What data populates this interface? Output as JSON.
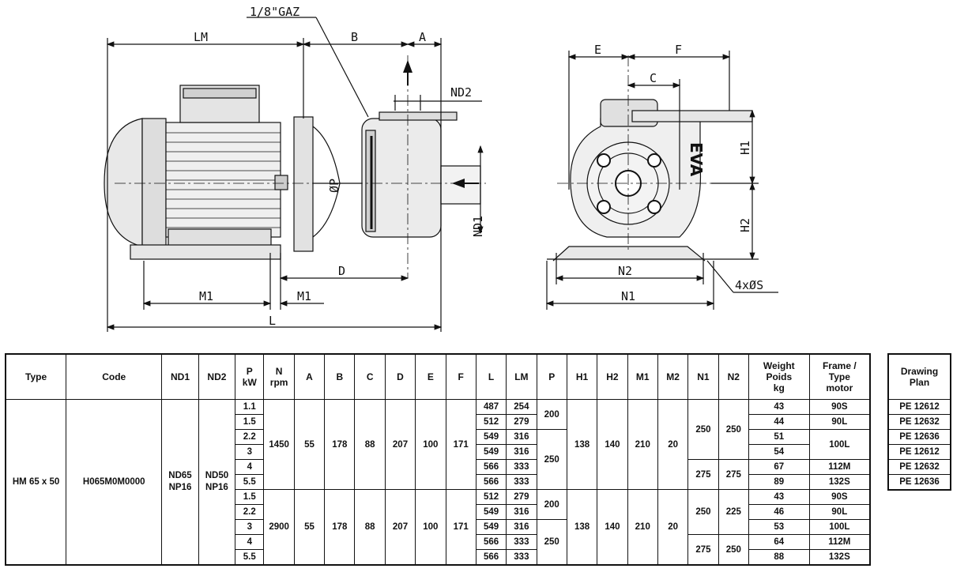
{
  "drawing": {
    "labels": {
      "gaz": "1/8\"GAZ",
      "lm": "LM",
      "b": "B",
      "a": "A",
      "nd2": "ND2",
      "nd1": "ND1",
      "op": "ØP",
      "d": "D",
      "m1_left": "M1",
      "m1_right": "M1",
      "l": "L",
      "e": "E",
      "f": "F",
      "c": "C",
      "h1": "H1",
      "h2": "H2",
      "n2": "N2",
      "n1": "N1",
      "holes": "4xØS",
      "brand": "EVA"
    }
  },
  "table": {
    "headers": {
      "type": "Type",
      "code": "Code",
      "nd1": "ND1",
      "nd2": "ND2",
      "p_kw": "P\nkW",
      "n_rpm": "N\nrpm",
      "a": "A",
      "b": "B",
      "c": "C",
      "d": "D",
      "e": "E",
      "f": "F",
      "l": "L",
      "lm": "LM",
      "p": "P",
      "h1": "H1",
      "h2": "H2",
      "m1": "M1",
      "m2": "M2",
      "n1": "N1",
      "n2": "N2",
      "weight": "Weight\nPoids\nkg",
      "frame": "Frame /\nType\nmotor",
      "plan": "Drawing\nPlan"
    },
    "type": "HM 65 x 50",
    "code": "H065M0M0000",
    "nd1": "ND65\nNP16",
    "nd2": "ND50\nNP16",
    "groups": [
      {
        "rpm": "1450",
        "a": "55",
        "b": "178",
        "c": "88",
        "d": "207",
        "e": "100",
        "f": "171",
        "h1": "138",
        "h2": "140",
        "m1": "210",
        "m2": "20",
        "rows": [
          {
            "kw": "1.1",
            "l": "487",
            "lm": "254",
            "weight": "43",
            "frame": "90S"
          },
          {
            "kw": "1.5",
            "l": "512",
            "lm": "279",
            "weight": "44",
            "frame": "90L"
          },
          {
            "kw": "2.2",
            "l": "549",
            "lm": "316",
            "weight": "51",
            "frame": "100L"
          },
          {
            "kw": "3",
            "l": "549",
            "lm": "316",
            "weight": "54",
            "frame": ""
          },
          {
            "kw": "4",
            "l": "566",
            "lm": "333",
            "weight": "67",
            "frame": "112M"
          },
          {
            "kw": "5.5",
            "l": "566",
            "lm": "333",
            "weight": "89",
            "frame": "132S"
          }
        ],
        "p": [
          "200",
          "250"
        ],
        "n": [
          {
            "n1": "250",
            "n2": "250"
          },
          {
            "n1": "275",
            "n2": "275"
          }
        ]
      },
      {
        "rpm": "2900",
        "a": "55",
        "b": "178",
        "c": "88",
        "d": "207",
        "e": "100",
        "f": "171",
        "h1": "138",
        "h2": "140",
        "m1": "210",
        "m2": "20",
        "rows": [
          {
            "kw": "1.5",
            "l": "512",
            "lm": "279",
            "weight": "43",
            "frame": "90S"
          },
          {
            "kw": "2.2",
            "l": "549",
            "lm": "316",
            "weight": "46",
            "frame": "90L"
          },
          {
            "kw": "3",
            "l": "549",
            "lm": "316",
            "weight": "53",
            "frame": "100L"
          },
          {
            "kw": "4",
            "l": "566",
            "lm": "333",
            "weight": "64",
            "frame": "112M"
          },
          {
            "kw": "5.5",
            "l": "566",
            "lm": "333",
            "weight": "88",
            "frame": "132S"
          }
        ],
        "p": [
          "200",
          "250"
        ],
        "n": [
          {
            "n1": "250",
            "n2": "225"
          },
          {
            "n1": "275",
            "n2": "250"
          }
        ]
      }
    ],
    "plans": [
      "PE 12612",
      "PE 12632",
      "PE 12636",
      "PE 12612",
      "PE 12632",
      "PE 12636"
    ]
  }
}
